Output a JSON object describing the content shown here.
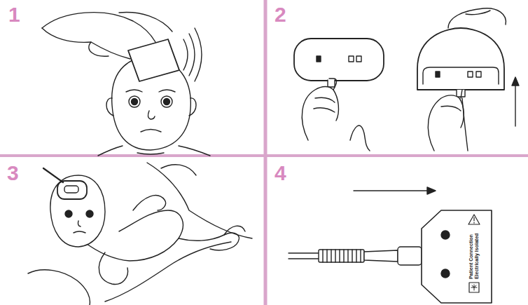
{
  "diagram": {
    "labels": [
      "1",
      "2",
      "3",
      "4",
      "Patient Connection Electrically Isolated"
    ]
  }
}
